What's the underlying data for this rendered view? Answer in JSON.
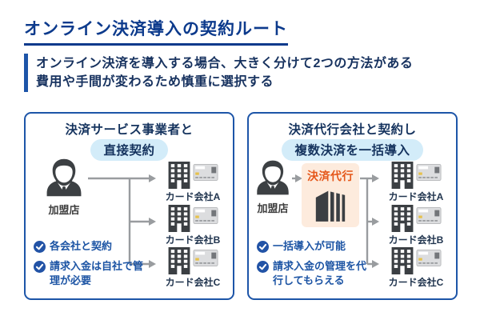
{
  "title": "オンライン決済導入の契約ルート",
  "lead": {
    "line1": "オンライン決済を導入する場合、大きく分けて2つの方法がある",
    "line2": "費用や手間が変わるため慎重に選択する"
  },
  "left_panel": {
    "heading": "決済サービス事業者と",
    "heading_highlight": "直接契約",
    "merchant": "加盟店",
    "companies": [
      "カード会社A",
      "カード会社B",
      "カード会社C"
    ],
    "notes": [
      "各会社と契約",
      "請求入金は自社で管理が必要"
    ]
  },
  "right_panel": {
    "heading": "決済代行会社と契約し",
    "heading_highlight": "複数決済を一括導入",
    "merchant": "加盟店",
    "agent": "決済代行",
    "companies": [
      "カード会社A",
      "カード会社B",
      "カード会社C"
    ],
    "notes": [
      "一括導入が可能",
      "請求入金の管理を代行してもらえる"
    ]
  },
  "icons": {
    "merchant": "business-person-icon",
    "company": "office-building-icon",
    "card": "credit-card-icon",
    "agent": "pillar-building-icon",
    "note": "check-circle-icon",
    "arrow": "right-arrow-connector"
  },
  "colors": {
    "title_blue": "#0c3a8c",
    "accent_blue": "#1d55a8",
    "navy_text": "#15335e",
    "note_blue": "#1c54a4",
    "pill_blue": "#d3ecf9",
    "agent_orange": "#e5571a",
    "agent_bg": "#fdebdd",
    "icon_dark": "#3b3f43",
    "arrow_gray": "#999c9f"
  }
}
